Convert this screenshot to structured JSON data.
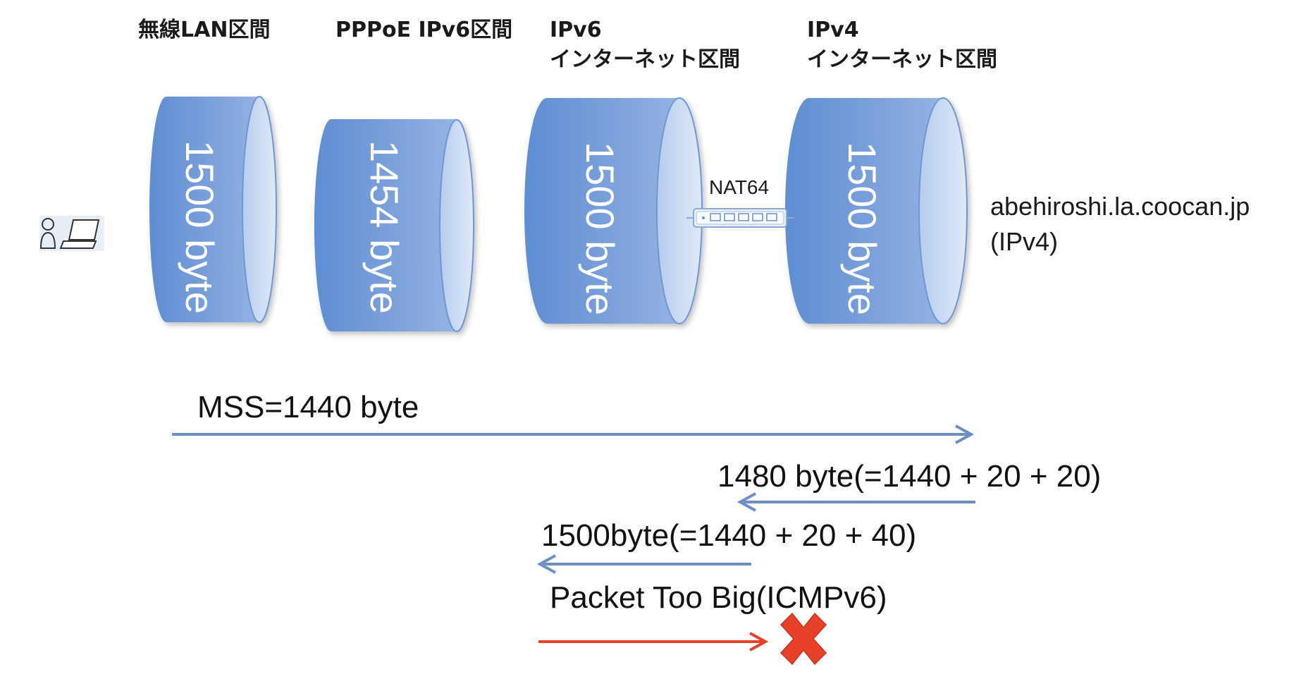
{
  "segments": [
    {
      "id": "wlan",
      "label_lines": [
        "無線LAN区間"
      ],
      "mtu_label": "1500 byte"
    },
    {
      "id": "pppoe",
      "label_lines": [
        "PPPoE IPv6区間"
      ],
      "mtu_label": "1454 byte"
    },
    {
      "id": "ipv6",
      "label_lines": [
        "IPv6",
        "インターネット区間"
      ],
      "mtu_label": "1500 byte"
    },
    {
      "id": "ipv4",
      "label_lines": [
        "IPv4",
        "インターネット区間"
      ],
      "mtu_label": "1500 byte"
    }
  ],
  "nat": {
    "label": "NAT64"
  },
  "server": {
    "host": "abehiroshi.la.coocan.jp",
    "protocol": "(IPv4)"
  },
  "client": {
    "icon": "user-laptop-icon"
  },
  "flows": [
    {
      "id": "mss",
      "label": "MSS=1440 byte",
      "direction": "right",
      "color": "#6f90c3"
    },
    {
      "id": "reply-ipv4",
      "label": "1480 byte(=1440 + 20 + 20)",
      "direction": "left",
      "color": "#6f90c3"
    },
    {
      "id": "reply-ipv6",
      "label": "1500byte(=1440 + 20 + 40)",
      "direction": "left",
      "color": "#6f90c3"
    },
    {
      "id": "ptb",
      "label": "Packet Too Big(ICMPv6)",
      "direction": "right",
      "color": "#e8412a",
      "blocked": true
    }
  ],
  "colors": {
    "cylinder_fill": "#6f96d6",
    "cylinder_dark": "#4f7bc4",
    "cylinder_light": "#c7d8f3",
    "arrow_blue": "#6f90c3",
    "arrow_red": "#e8412a",
    "blocked_mark": "#e8412a"
  }
}
